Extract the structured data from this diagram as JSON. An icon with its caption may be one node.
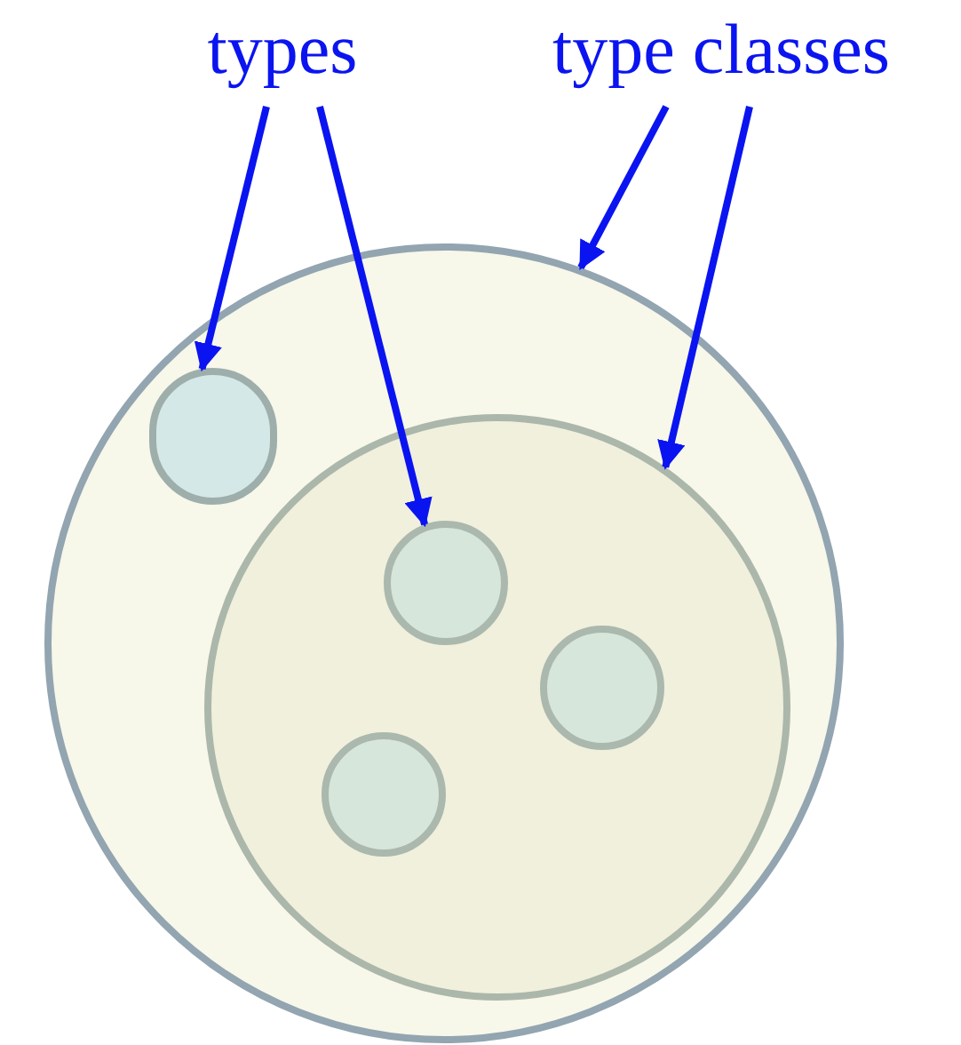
{
  "diagram": {
    "nodes": [
      {
        "text": [
          "types"
        ]
      },
      {
        "text": [
          "type classes"
        ]
      },
      {
        "text": [],
        "shape": "circle"
      },
      {
        "text": [],
        "shape": "circle",
        "in": 2
      },
      {
        "text": [],
        "shape": "circle",
        "in": 2
      },
      {
        "text": [],
        "shape": "circle",
        "in": 3
      },
      {
        "text": [],
        "shape": "circle",
        "in": 3
      },
      {
        "text": [],
        "shape": "circle",
        "in": 3
      }
    ],
    "edges": [
      {
        "from": 0,
        "to": 4,
        "arrow": "to"
      },
      {
        "from": 0,
        "to": 5,
        "arrow": "to"
      },
      {
        "from": 1,
        "to": 2,
        "arrow": "to"
      },
      {
        "from": 1,
        "to": 3,
        "arrow": "to"
      }
    ]
  }
}
